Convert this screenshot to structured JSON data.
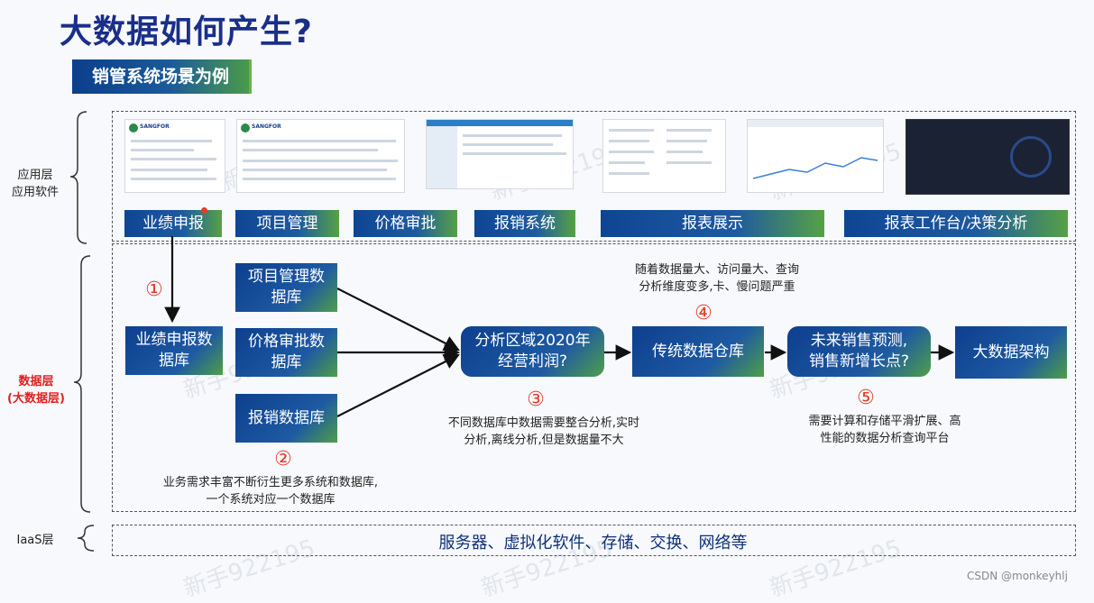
{
  "title": "大数据如何产生?",
  "subtitle": "销管系统场景为例",
  "layers": {
    "app": [
      "应用层",
      "应用软件"
    ],
    "data": [
      "数据层",
      "(大数据层)"
    ],
    "iaas": "IaaS层"
  },
  "apps": [
    "业绩申报",
    "项目管理",
    "价格审批",
    "报销系统",
    "报表展示",
    "报表工作台/决策分析"
  ],
  "thumbnail_logo_text": "SANGFOR",
  "nodes": {
    "perf_db": "业绩申报数\n据库",
    "project_db": "项目管理数\n据库",
    "price_db": "价格审批数\n据库",
    "expense_db": "报销数据库",
    "analysis": "分析区域2020年\n经营利润?",
    "warehouse": "传统数据仓库",
    "forecast": "未来销售预测,\n销售新增长点?",
    "bigdata": "大数据架构"
  },
  "markers": [
    "①",
    "②",
    "③",
    "④",
    "⑤"
  ],
  "notes": {
    "n2": "业务需求丰富不断衍生更多系统和数据库,\n一个系统对应一个数据库",
    "n3": "不同数据库中数据需要整合分析,实时\n分析,离线分析,但是数据量不大",
    "n4": "随着数据量大、访问量大、查询\n分析维度变多,卡、慢问题严重",
    "n5": "需要计算和存储平滑扩展、高\n性能的数据分析查询平台"
  },
  "iaas_text": "服务器、虚拟化软件、存储、交换、网络等",
  "watermark": "新手922195",
  "credit": "CSDN @monkeyhlj",
  "colors": {
    "title": "#1a2f8a",
    "box_start": "#0d3f8e",
    "box_end": "#4f9e48",
    "marker": "#e53b2a"
  }
}
